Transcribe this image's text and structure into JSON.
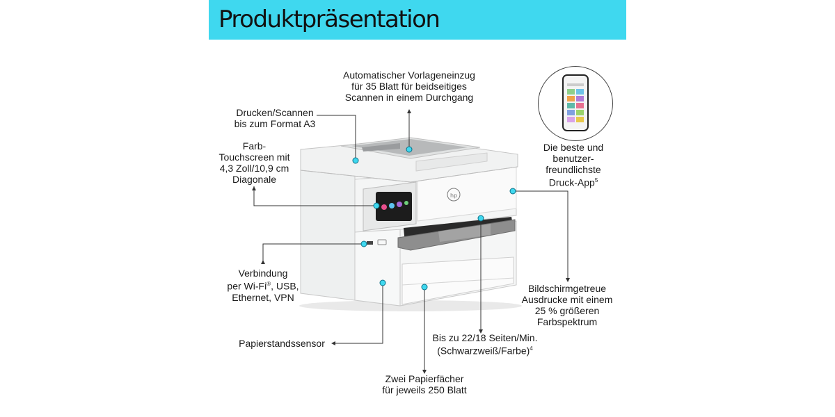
{
  "title": "Produktpräsentation",
  "labels": {
    "adf": [
      "Automatischer Vorlageneinzug",
      "für 35 Blatt für beidseitiges",
      "Scannen in einem Durchgang"
    ],
    "print_scan": [
      "Drucken/Scannen",
      "bis zum Format A3"
    ],
    "touchscreen": [
      "Farb-",
      "Touchscreen mit",
      "4,3 Zoll/10,9 cm",
      "Diagonale"
    ],
    "app": [
      "Die beste und",
      "benutzer-",
      "freundlichste",
      "Druck-App"
    ],
    "app_sup": "5",
    "connectivity_1": "Verbindung",
    "connectivity_2a": "per Wi-Fi",
    "connectivity_2_reg": "®",
    "connectivity_2b": ", USB,",
    "connectivity_3": "Ethernet, VPN",
    "paper_sensor": "Papierstandssensor",
    "speed": [
      "Bis zu 22/18 Seiten/Min.",
      "(Schwarzweiß/Farbe)"
    ],
    "speed_sup": "4",
    "trays": [
      "Zwei Papierfächer",
      "für jeweils 250 Blatt"
    ],
    "print_quality": [
      "Bildschirmgetreue",
      "Ausdrucke mit einem",
      "25 % größeren",
      "Farbspektrum"
    ]
  },
  "colors": {
    "banner": "#3fd8ef",
    "dot": "#3fd8ef"
  },
  "icons": {
    "printer": "printer-illustration",
    "phone": "smartphone-app-icon",
    "hp": "hp-logo-icon"
  }
}
